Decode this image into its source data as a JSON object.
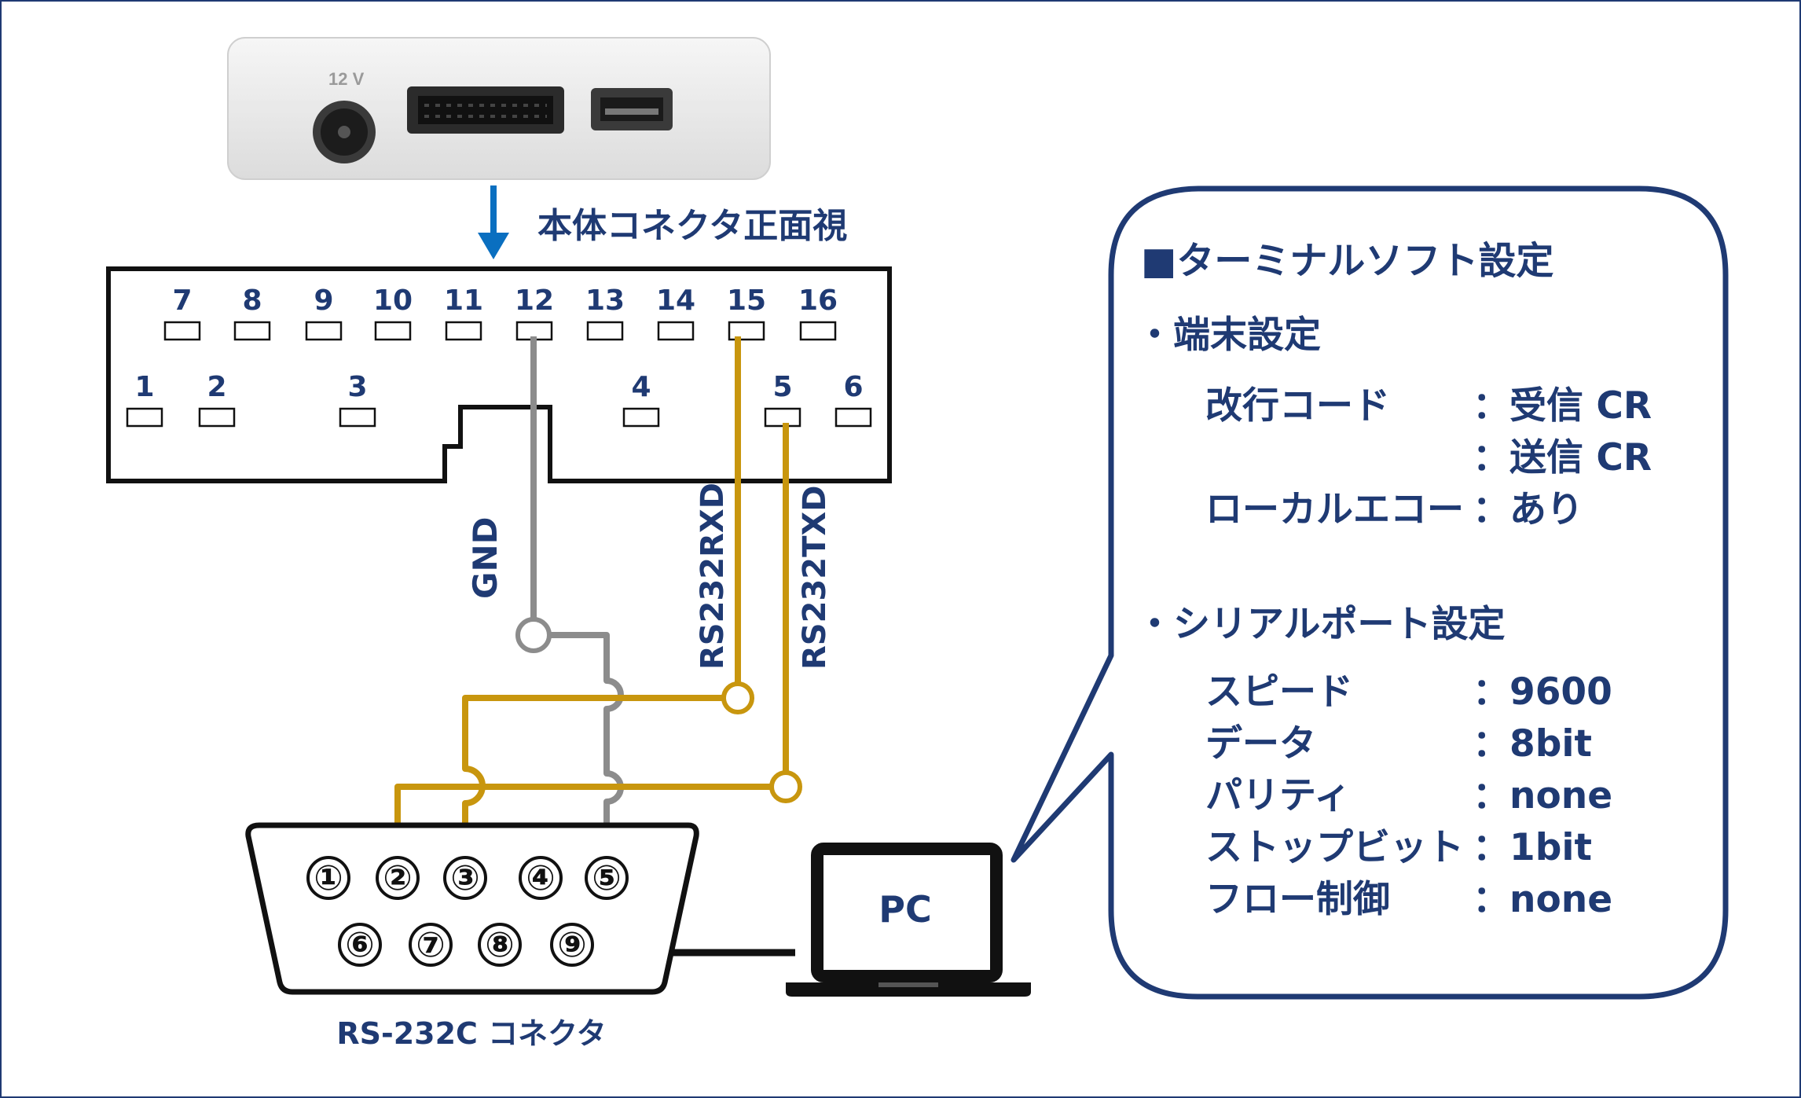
{
  "device": {
    "power_label": "12 V"
  },
  "arrow_caption": "本体コネクタ正面視",
  "connector16": {
    "top_pins": [
      "7",
      "8",
      "9",
      "10",
      "11",
      "12",
      "13",
      "14",
      "15",
      "16"
    ],
    "bottom_pins": [
      "1",
      "2",
      "3",
      "4",
      "5",
      "6"
    ]
  },
  "wires": {
    "gnd": "GND",
    "rxd": "RS232RXD",
    "txd": "RS232TXD"
  },
  "db9": {
    "top_pins": [
      "①",
      "②",
      "③",
      "④",
      "⑤"
    ],
    "bottom_pins": [
      "⑥",
      "⑦",
      "⑧",
      "⑨"
    ],
    "label": "RS-232C コネクタ"
  },
  "pc_label": "PC",
  "settings": {
    "title": "■ターミナルソフト設定",
    "terminal_header": "・端末設定",
    "terminal_rows": [
      {
        "label": "改行コード",
        "value": "：受信 CR"
      },
      {
        "label": "",
        "value": "：送信 CR"
      },
      {
        "label": "ローカルエコー",
        "value": "：あり"
      }
    ],
    "serial_header": "・シリアルポート設定",
    "serial_rows": [
      {
        "label": "スピード",
        "value": "：9600"
      },
      {
        "label": "データ",
        "value": "：8bit"
      },
      {
        "label": "パリティ",
        "value": "：none"
      },
      {
        "label": "ストップビット",
        "value": "：1bit"
      },
      {
        "label": "フロー制御",
        "value": "：none"
      }
    ]
  },
  "colors": {
    "navy": "#1f3a73",
    "gold": "#c8960e",
    "gray": "#8c8c8c",
    "arrow_blue": "#0a6fc0"
  }
}
